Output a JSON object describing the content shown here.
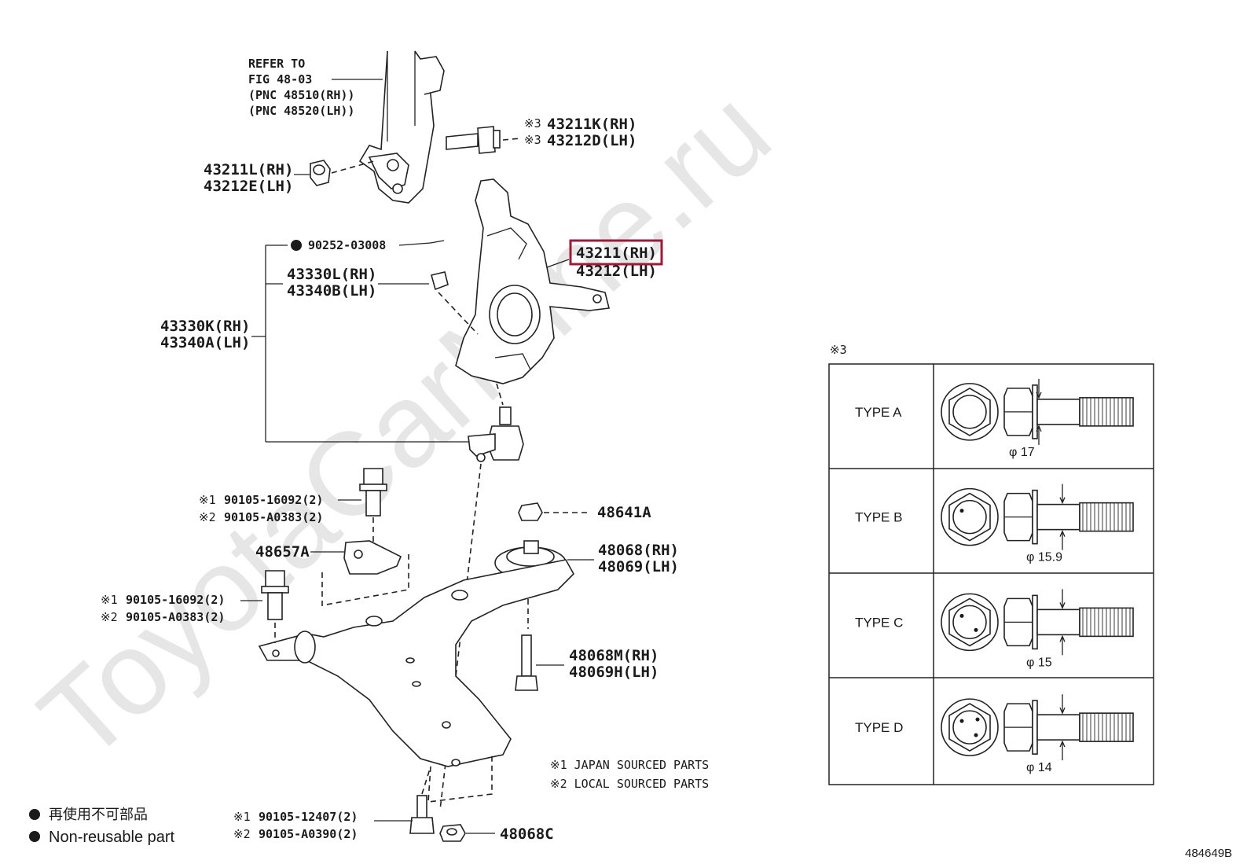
{
  "watermark": "ToyotaCarMine.ru",
  "refer": {
    "line1": "REFER TO",
    "line2": "FIG 48-03",
    "line3": "(PNC 48510(RH))",
    "line4": "(PNC 48520(LH))"
  },
  "parts": {
    "p43211K": {
      "mark": "※3",
      "rh": "43211K(RH)",
      "lh_mark": "※3",
      "lh": "43212D(LH)"
    },
    "p43211L": {
      "rh": "43211L(RH)",
      "lh": "43212E(LH)"
    },
    "p90252": {
      "num": "90252-03008"
    },
    "p43211": {
      "rh": "43211(RH)",
      "lh": "43212(LH)"
    },
    "p43330L": {
      "rh": "43330L(RH)",
      "lh": "43340B(LH)"
    },
    "p43330K": {
      "rh": "43330K(RH)",
      "lh": "43340A(LH)"
    },
    "p90105a": {
      "m1": "※1",
      "n1": "90105-16092(2)",
      "m2": "※2",
      "n2": "90105-A0383(2)"
    },
    "p48641A": {
      "num": "48641A"
    },
    "p48657A": {
      "num": "48657A"
    },
    "p48068": {
      "rh": "48068(RH)",
      "lh": "48069(LH)"
    },
    "p90105b": {
      "m1": "※1",
      "n1": "90105-16092(2)",
      "m2": "※2",
      "n2": "90105-A0383(2)"
    },
    "p48068M": {
      "rh": "48068M(RH)",
      "lh": "48069H(LH)"
    },
    "p90105c": {
      "m1": "※1",
      "n1": "90105-12407(2)",
      "m2": "※2",
      "n2": "90105-A0390(2)"
    },
    "p48068C": {
      "num": "48068C"
    }
  },
  "notes": {
    "n1": "※1 JAPAN SOURCED PARTS",
    "n2": "※2 LOCAL SOURCED PARTS"
  },
  "legend": {
    "jp": "再使用不可部品",
    "en": "Non-reusable part"
  },
  "table": {
    "title": "※3",
    "rows": [
      {
        "type": "TYPE A",
        "dia": "φ 17"
      },
      {
        "type": "TYPE B",
        "dia": "φ 15.9"
      },
      {
        "type": "TYPE C",
        "dia": "φ 15"
      },
      {
        "type": "TYPE D",
        "dia": "φ 14"
      }
    ]
  },
  "figure_id": "484649B",
  "highlight_color": "#a0193a"
}
